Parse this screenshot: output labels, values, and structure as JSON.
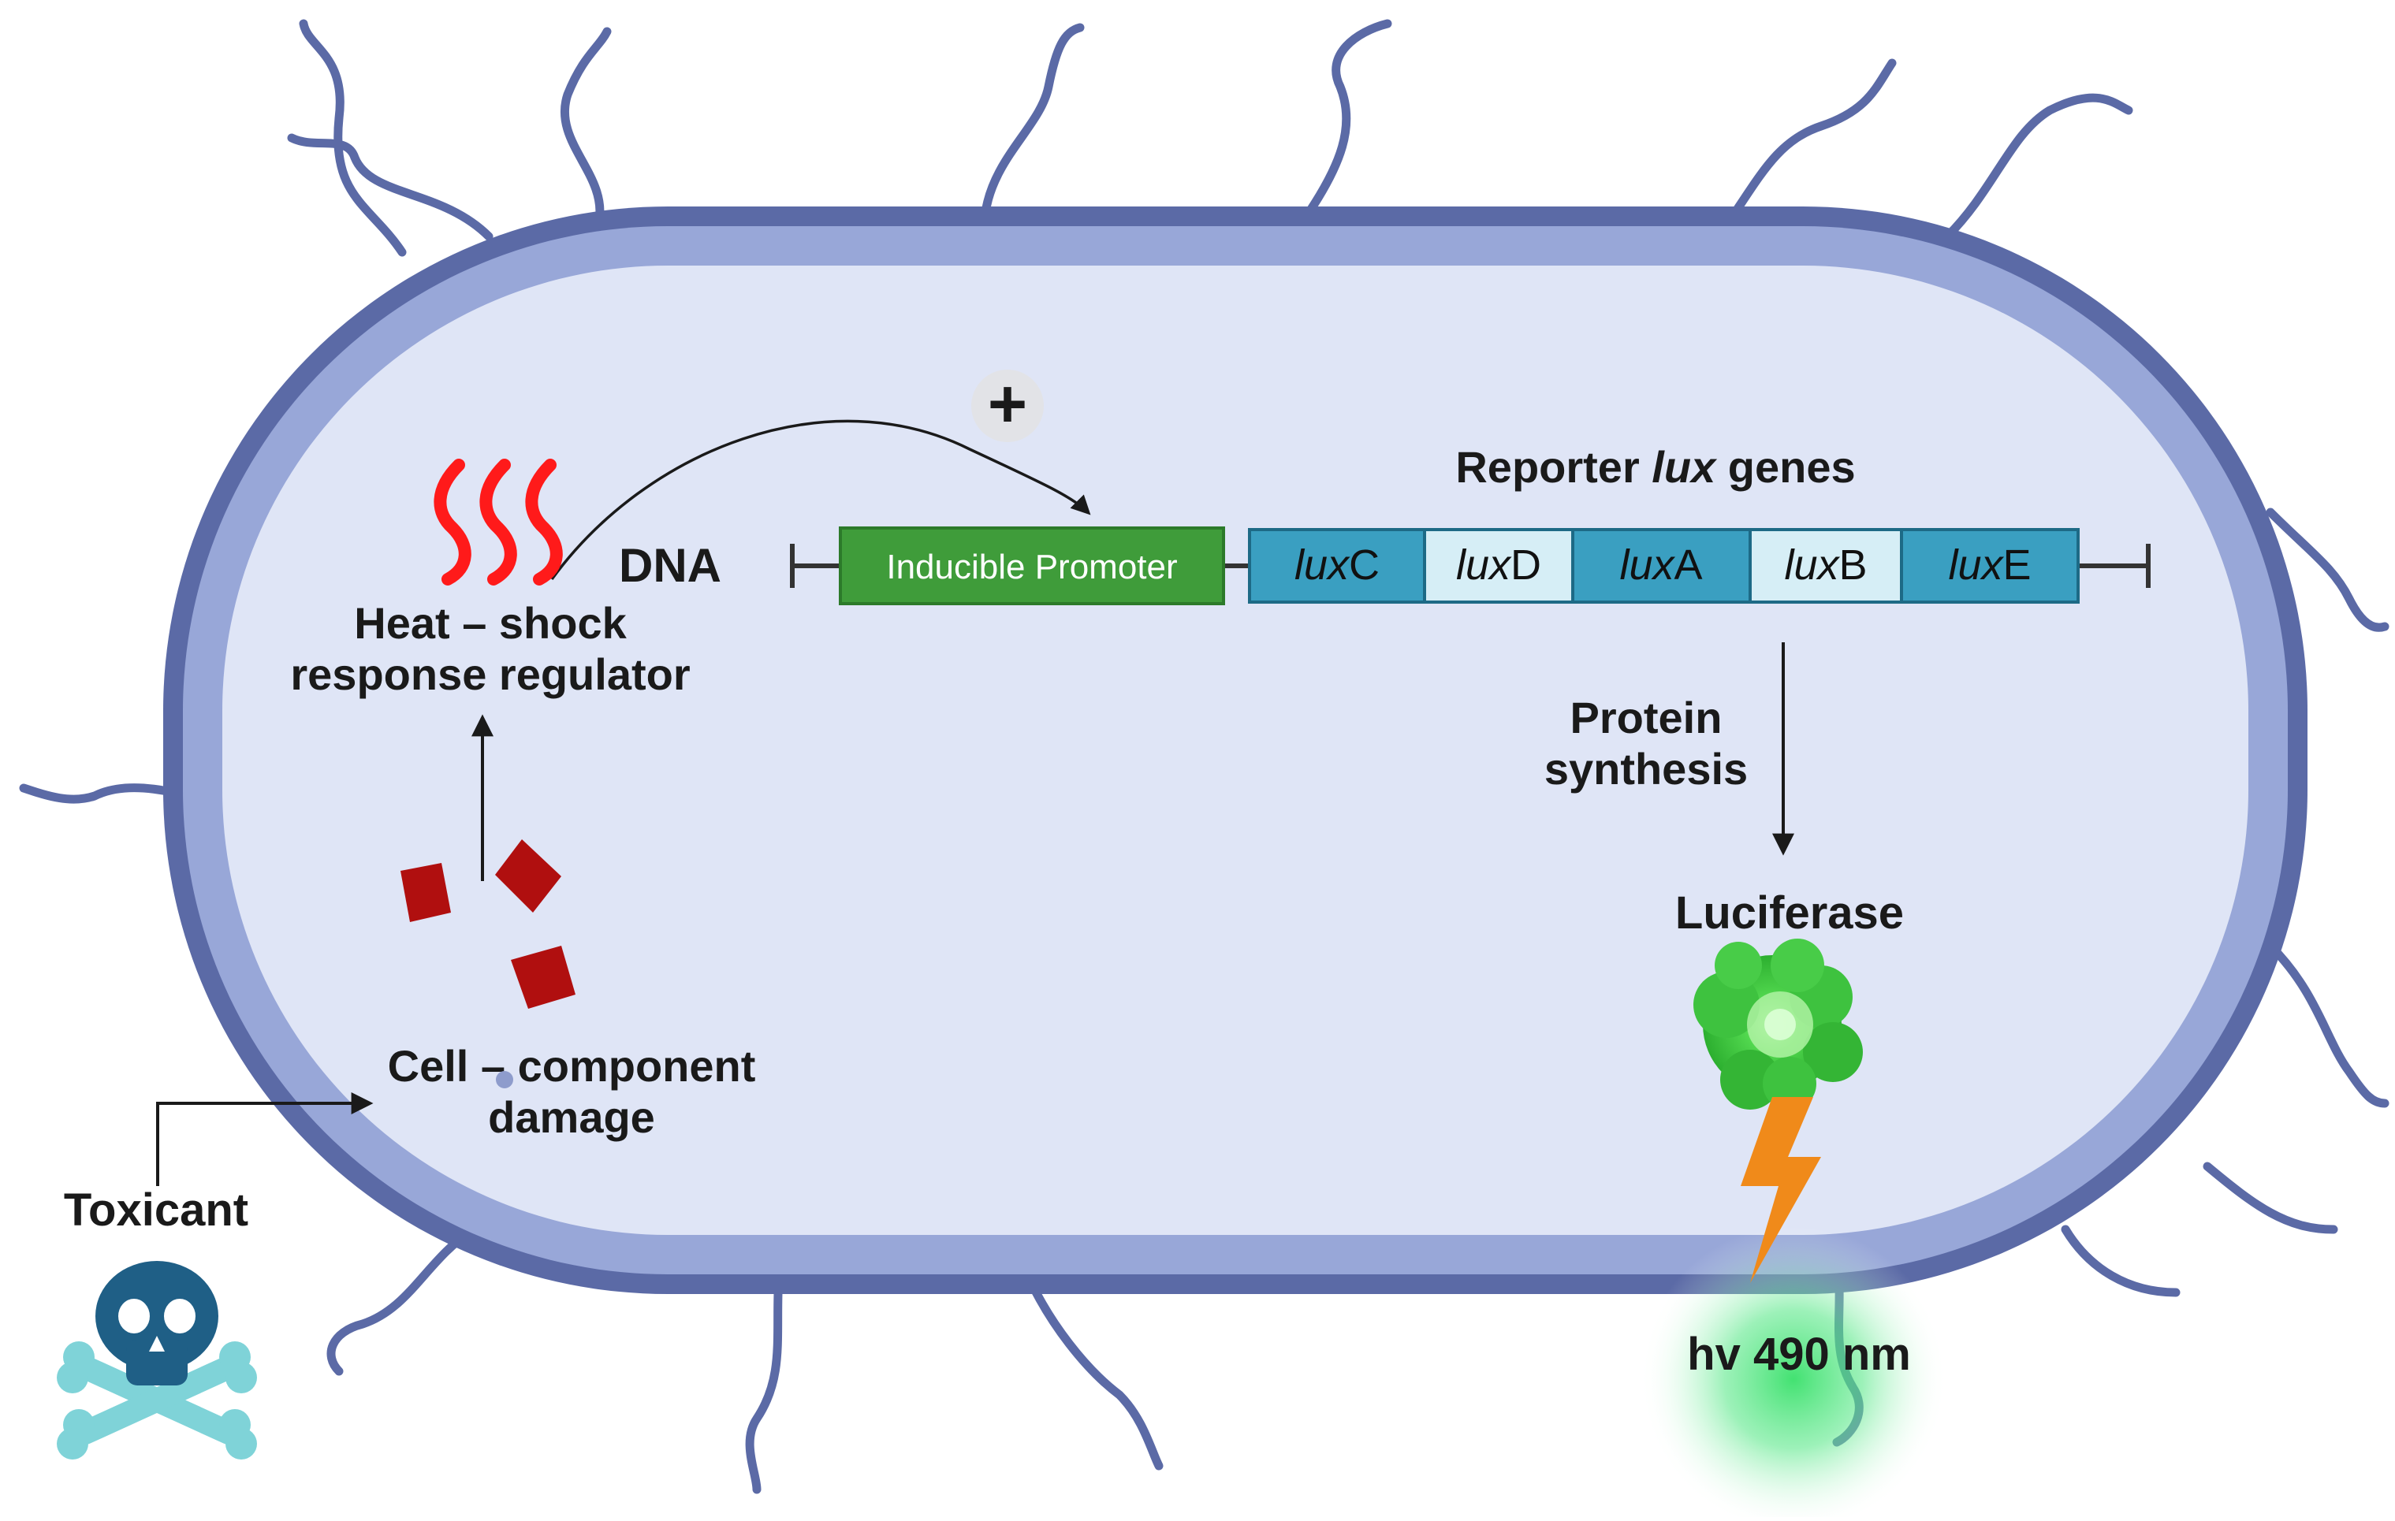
{
  "labels": {
    "plus": "+",
    "reporter_prefix": "Reporter ",
    "reporter_italic": "lux",
    "reporter_suffix": " genes",
    "dna": "DNA",
    "promoter": "Inducible Promoter",
    "heat_line1": "Heat – shock",
    "heat_line2": "response regulator",
    "protein_line1": "Protein",
    "protein_line2": "synthesis",
    "luciferase": "Luciferase",
    "damage_line1": "Cell – component",
    "damage_line2": "damage",
    "toxicant": "Toxicant",
    "light": "hv 490 nm"
  },
  "genes": [
    {
      "prefix": "lux",
      "letter": "C"
    },
    {
      "prefix": "lux",
      "letter": "D"
    },
    {
      "prefix": "lux",
      "letter": "A"
    },
    {
      "prefix": "lux",
      "letter": "B"
    },
    {
      "prefix": "lux",
      "letter": "E"
    }
  ],
  "colors": {
    "cell_wall": "#5b6aa6",
    "membrane": "#98a7d8",
    "cytoplasm": "#dfe5f6",
    "promoter": "#3f9c3a",
    "gene_dark": "#3a9fc1",
    "gene_light": "#d6eef6",
    "heat": "#ff1a1a",
    "damage": "#b00f0f",
    "luciferase": "#38c93b",
    "lightning": "#f08a1a",
    "glow": "#39e06a",
    "toxicant": "#1f5f86",
    "bones": "#7fd3d8"
  },
  "icons": [
    "heat-waves-icon",
    "skull-crossbones-icon",
    "lightning-icon",
    "luciferase-protein-icon",
    "plus-icon"
  ]
}
